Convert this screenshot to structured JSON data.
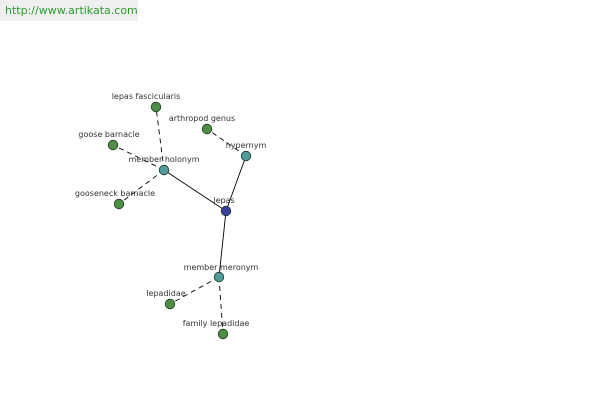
{
  "header": {
    "url": "http://www.artikata.com"
  },
  "colors": {
    "leaf_node": "#4e8f45",
    "relation_node": "#4f9a9a",
    "center_node": "#3a3fa0",
    "edge": "#000000",
    "node_stroke": "#1f3a1f"
  },
  "nodes": [
    {
      "id": "lepas",
      "label": "lepas",
      "kind": "center"
    },
    {
      "id": "hypernym",
      "label": "hypernym",
      "kind": "relation"
    },
    {
      "id": "member-holonym",
      "label": "member holonym",
      "kind": "relation"
    },
    {
      "id": "member-meronym",
      "label": "member meronym",
      "kind": "relation"
    },
    {
      "id": "arthropod-genus",
      "label": "arthropod genus",
      "kind": "leaf"
    },
    {
      "id": "lepas-fascicularis",
      "label": "lepas fascicularis",
      "kind": "leaf"
    },
    {
      "id": "goose-barnacle",
      "label": "goose barnacle",
      "kind": "leaf"
    },
    {
      "id": "gooseneck-barnacle",
      "label": "gooseneck barnacle",
      "kind": "leaf"
    },
    {
      "id": "lepadidae",
      "label": "lepadidae",
      "kind": "leaf"
    },
    {
      "id": "family-lepadidae",
      "label": "family lepadidae",
      "kind": "leaf"
    }
  ],
  "edges": [
    {
      "from": "lepas",
      "to": "hypernym",
      "style": "solid"
    },
    {
      "from": "lepas",
      "to": "member-holonym",
      "style": "solid"
    },
    {
      "from": "lepas",
      "to": "member-meronym",
      "style": "solid"
    },
    {
      "from": "hypernym",
      "to": "arthropod-genus",
      "style": "dashed"
    },
    {
      "from": "member-holonym",
      "to": "lepas-fascicularis",
      "style": "dashed"
    },
    {
      "from": "member-holonym",
      "to": "goose-barnacle",
      "style": "dashed"
    },
    {
      "from": "member-holonym",
      "to": "gooseneck-barnacle",
      "style": "dashed"
    },
    {
      "from": "member-meronym",
      "to": "lepadidae",
      "style": "dashed"
    },
    {
      "from": "member-meronym",
      "to": "family-lepadidae",
      "style": "dashed"
    }
  ]
}
